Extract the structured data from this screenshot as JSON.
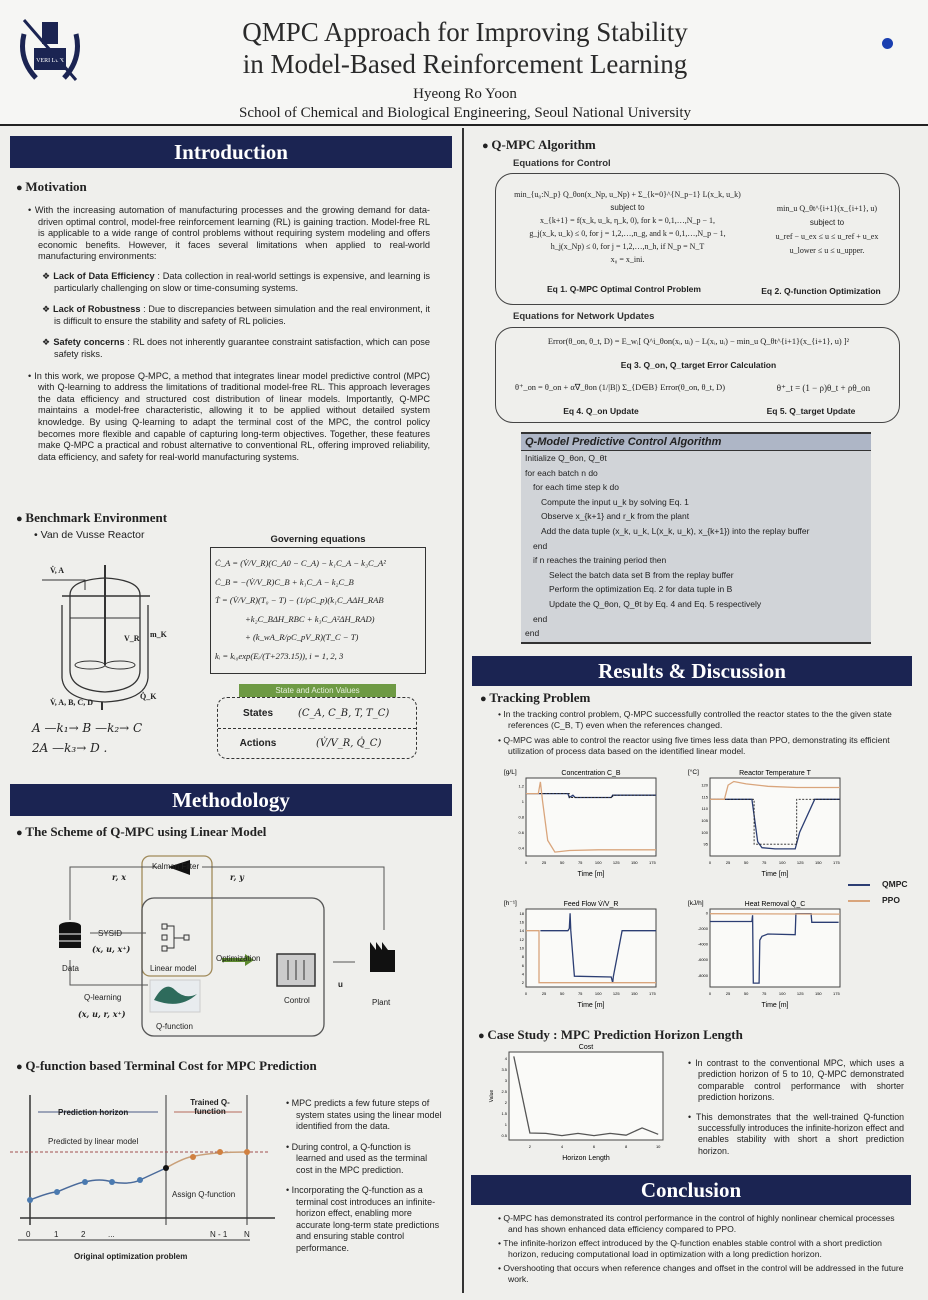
{
  "header": {
    "title_line1": "QMPC Approach for Improving Stability",
    "title_line2": "in Model-Based Reinforcement Learning",
    "author": "Hyeong Ro Yoon",
    "affiliation": "School of Chemical and Biological Engineering, Seoul National University",
    "logo_text": "VERI LUX TAS MEA"
  },
  "intro": {
    "banner": "Introduction",
    "motivation": {
      "heading": "Motivation",
      "p1": "With the increasing automation of manufacturing processes and the growing demand for data-driven optimal control, model-free reinforcement learning (RL) is gaining traction. Model-free RL is applicable to a wide range of control problems without requiring system modeling and offers economic benefits. However, it faces several limitations when applied to real-world manufacturing environments:",
      "items": [
        {
          "title": "Lack of Data Efficiency",
          "text": ": Data collection in real-world settings is expensive, and learning is particularly challenging on slow or time-consuming systems."
        },
        {
          "title": "Lack of Robustness",
          "text": ": Due to discrepancies between simulation and the real environment, it is difficult to ensure the stability and safety of RL policies."
        },
        {
          "title": "Safety concerns",
          "text": ": RL does not inherently guarantee constraint satisfaction, which can pose safety risks."
        }
      ],
      "p2": "In this work, we propose Q-MPC, a method that integrates linear model predictive control (MPC) with Q-learning to address the limitations of traditional model-free RL. This approach leverages the data efficiency and structured cost distribution of linear models. Importantly, Q-MPC maintains a model-free characteristic, allowing it to be applied without detailed system knowledge. By using Q-learning to adapt the terminal cost of the MPC, the control policy becomes more flexible and capable of capturing long-term objectives. Together, these features make Q-MPC a practical and robust alternative to conventional RL, offering improved reliability, data efficiency, and safety for real-world manufacturing systems."
    },
    "benchmark": {
      "heading": "Benchmark Environment",
      "item": "Van de Vusse Reactor",
      "gov_title": "Governing equations",
      "equations": [
        "Ċ_A = (V̇/V_R)(C_A0 − C_A) − k₁C_A − k₃C_A²",
        "Ċ_B = −(V̇/V_R)C_B + k₁C_A − k₂C_B",
        "Ṫ = (V̇/V_R)(T₀ − T) − (1/ρC_p)(k₁C_AΔH_RAB",
        "+k₂C_BΔH_RBC + k₃C_A²ΔH_RAD)",
        "+ (k_wA_R/ρC_pV_R)(T_C − T)",
        "kᵢ = kᵢ₀exp(Eᵢ/(T+273.15)), i = 1, 2, 3"
      ],
      "reactor_labels": {
        "inlet": "V̇, A",
        "outlet": "V̇, A, B, C, D",
        "volume": "V_R",
        "mass": "m_K",
        "heat": "Q̇_K"
      },
      "reactions": [
        "A —k₁→ B —k₂→ C",
        "2A —k₃→ D ."
      ],
      "sa_title": "State and Action Values",
      "states_label": "States",
      "states_value": "(C_A, C_B, T, T_C)",
      "actions_label": "Actions",
      "actions_value": "(V̇/V_R, Q̇_C)"
    }
  },
  "method": {
    "banner": "Methodology",
    "scheme_heading": "The Scheme of Q-MPC using Linear Model",
    "scheme": {
      "kalman": "Kalman Filter",
      "rx": "r, x",
      "ry": "r, y",
      "sysid": "SYSID",
      "sysid_tuple": "(x, u, x⁺)",
      "data": "Data",
      "linear": "Linear model",
      "optimization": "Optimization",
      "control": "Control",
      "u": "u",
      "plant": "Plant",
      "qlearning": "Q-learning",
      "q_tuple": "(x, u, r, x⁺)",
      "qfunction": "Q-function"
    },
    "terminal_heading": "Q-function based Terminal Cost for MPC Prediction",
    "terminal": {
      "pred_horizon": "Prediction horizon",
      "trained_q": "Trained Q-function",
      "predicted": "Predicted by linear model",
      "assign": "Assign Q-function",
      "ticks": [
        "0",
        "1",
        "2",
        "...",
        "N - 1",
        "N"
      ],
      "original": "Original optimization problem"
    },
    "bullets": [
      "MPC predicts a few future steps of system states using the linear model identified from the data.",
      "During control, a Q-function is learned and used as the terminal cost in the MPC prediction.",
      "Incorporating the Q-function as a terminal cost introduces an infinite-horizon effect, enabling more accurate long-term state predictions and ensuring stable control performance."
    ]
  },
  "algorithm": {
    "heading": "Q-MPC Algorithm",
    "control_title": "Equations for Control",
    "eq1": [
      "min_{u₀:N_p} Q_θon(x_Np, u_Np) + Σ_{k=0}^{N_p−1} L(x_k, u_k)",
      "subject to",
      "x_{k+1} = f(x_k, u_k, η_k, 0),  for k = 0,1,…,N_p − 1,",
      "g_j(x_k, u_k) ≤ 0,  for j = 1,2,…,n_g, and k = 0,1,…,N_p − 1,",
      "h_j(x_Np) ≤ 0,  for j = 1,2,…,n_h, if N_p = N_T",
      "x₀ = x_ini."
    ],
    "eq1_cap": "Eq 1. Q-MPC Optimal Control Problem",
    "eq2": [
      "min_u Q_θt^{i+1}(x_{i+1}, u)",
      "subject to",
      "u_ref − u_ex ≤ u ≤ u_ref + u_ex",
      "u_lower ≤ u ≤ u_upper."
    ],
    "eq2_cap": "Eq 2. Q-function Optimization",
    "network_title": "Equations for Network Updates",
    "eq3": "Error(θ_on, θ_t, D) = E_wᵢ[ Q^i_θon(xᵢ, uᵢ) − L(xᵢ, uᵢ) − min_u Q_θt^{i+1}(x_{i+1}, u) ]²",
    "eq3_cap": "Eq 3. Q_on, Q_target Error Calculation",
    "eq4": "θ⁺_on = θ_on + α∇_θon (1/|B|) Σ_{D∈B} Error(θ_on, θ_t, D)",
    "eq4_cap": "Eq 4. Q_on Update",
    "eq5": "θ⁺_t = (1 − ρ)θ_t + ρθ_on",
    "eq5_cap": "Eq 5. Q_target Update",
    "box_title": "Q-Model Predictive Control Algorithm",
    "lines": [
      {
        "t": "Initialize Q_θon, Q_θt",
        "i": 0
      },
      {
        "t": "for each batch n do",
        "i": 0
      },
      {
        "t": "for each time step k do",
        "i": 1
      },
      {
        "t": "Compute the input u_k by solving Eq. 1",
        "i": 2
      },
      {
        "t": "Observe x_{k+1} and r_k from the plant",
        "i": 2
      },
      {
        "t": "Add the data tuple (x_k, u_k, L(x_k, u_k), x_{k+1}) into the replay buffer",
        "i": 2
      },
      {
        "t": "end",
        "i": 1
      },
      {
        "t": "if n reaches the training period then",
        "i": 1
      },
      {
        "t": "Select the batch data set B from the replay buffer",
        "i": 3
      },
      {
        "t": "Perform the optimization Eq. 2 for data tuple in B",
        "i": 3
      },
      {
        "t": "Update the Q_θon, Q_θt by Eq. 4 and Eq. 5 respectively",
        "i": 3
      },
      {
        "t": "end",
        "i": 1
      },
      {
        "t": "end",
        "i": 0
      }
    ]
  },
  "results": {
    "banner": "Results & Discussion",
    "tracking_heading": "Tracking Problem",
    "tracking_bullets": [
      "In the tracking control problem, Q-MPC successfully controlled the reactor states to the the given state references (C_B, T) even when the references changed.",
      "Q-MPC was able to control the reactor using five times less data than PPO, demonstrating its efficient utilization of process data based on the identified linear model."
    ],
    "legend": [
      {
        "name": "QMPC",
        "color": "#2c3e73"
      },
      {
        "name": "PPO",
        "color": "#d9a57c"
      }
    ],
    "case_heading": "Case Study : MPC Prediction Horizon Length",
    "case_bullets": [
      "In contrast to the conventional MPC, which uses a prediction horizon of 5 to 10, Q-MPC demonstrated comparable control performance with shorter prediction horizons.",
      "This demonstrates that the well-trained Q-function successfully introduces the infinite-horizon effect and enables stability with short a short prediction horizon."
    ]
  },
  "conclusion": {
    "banner": "Conclusion",
    "bullets": [
      "Q-MPC has demonstrated its control performance in the control of highly nonlinear chemical processes and has shown enhanced data efficiency compared to PPO.",
      "The infinite-horizon effect introduced by the Q-function enables stable control with a short prediction horizon, reducing computational load in optimization with a long prediction horizon.",
      "Overshooting that occurs when reference changes and offset in the control will be addressed in the future work."
    ]
  },
  "chart_data": [
    {
      "type": "line",
      "title": "Concentration C_B",
      "unit": "[g/L]",
      "xlabel": "Time [m]",
      "xlim": [
        0,
        180
      ],
      "ylim": [
        0.3,
        1.3
      ],
      "xticks": [
        0,
        25,
        50,
        75,
        100,
        125,
        150,
        175
      ],
      "yticks": [
        0.4,
        0.6,
        0.8,
        1.0,
        1.2
      ],
      "series": [
        {
          "name": "QMPC",
          "color": "#2c3e73",
          "x": [
            0,
            58,
            60,
            65,
            68,
            70,
            118,
            120,
            122,
            180
          ],
          "y": [
            1.1,
            1.1,
            1.05,
            1.08,
            1.05,
            1.05,
            1.05,
            1.08,
            1.08,
            1.08
          ]
        },
        {
          "name": "Reference",
          "color": "#222",
          "dash": true,
          "x": [
            0,
            60,
            60,
            120,
            120,
            180
          ],
          "y": [
            1.1,
            1.1,
            1.05,
            1.05,
            1.08,
            1.08
          ]
        },
        {
          "name": "PPO",
          "color": "#d9a57c",
          "x": [
            0,
            17,
            20,
            23,
            30,
            40,
            60,
            100,
            180
          ],
          "y": [
            1.1,
            1.1,
            1.25,
            1.0,
            0.5,
            0.35,
            0.37,
            0.38,
            0.38
          ]
        }
      ]
    },
    {
      "type": "line",
      "title": "Reactor Temperature T",
      "unit": "[°C]",
      "xlabel": "Time [m]",
      "xlim": [
        0,
        180
      ],
      "ylim": [
        90,
        123
      ],
      "xticks": [
        0,
        25,
        50,
        75,
        100,
        125,
        150,
        175
      ],
      "yticks": [
        95,
        100,
        105,
        110,
        115,
        120
      ],
      "series": [
        {
          "name": "QMPC",
          "color": "#2c3e73",
          "x": [
            0,
            58,
            66,
            72,
            90,
            118,
            124,
            145,
            180
          ],
          "y": [
            114,
            114,
            96,
            93.5,
            93,
            93,
            100,
            114,
            114
          ]
        },
        {
          "name": "Reference",
          "color": "#222",
          "dash": true,
          "x": [
            0,
            61,
            61,
            120,
            120,
            180
          ],
          "y": [
            114,
            114,
            95,
            95,
            114,
            114
          ]
        },
        {
          "name": "PPO",
          "color": "#d9a57c",
          "x": [
            0,
            20,
            25,
            33,
            50,
            80,
            120,
            180
          ],
          "y": [
            114,
            114,
            120,
            121.5,
            120.5,
            119.5,
            119,
            119
          ]
        }
      ]
    },
    {
      "type": "line",
      "title": "Feed Flow V̇/V_R",
      "unit": "[h⁻¹]",
      "xlabel": "Time [m]",
      "xlim": [
        0,
        180
      ],
      "ylim": [
        1,
        19
      ],
      "xticks": [
        0,
        25,
        50,
        75,
        100,
        125,
        150,
        175
      ],
      "yticks": [
        2,
        4,
        6,
        8,
        10,
        12,
        14,
        16,
        18
      ],
      "series": [
        {
          "name": "QMPC",
          "color": "#2c3e73",
          "x": [
            20,
            58,
            60,
            61,
            62,
            67,
            118,
            120,
            121,
            133,
            180
          ],
          "y": [
            14,
            14,
            14.5,
            18,
            14,
            3.5,
            3.3,
            2,
            3.5,
            14,
            14
          ]
        },
        {
          "name": "PPO",
          "color": "#d9a57c",
          "x": [
            0,
            18,
            18,
            180
          ],
          "y": [
            14,
            14,
            2,
            2
          ]
        }
      ]
    },
    {
      "type": "line",
      "title": "Heat Removal Q̇_C",
      "unit": "[kJ/h]",
      "xlabel": "Time [m]",
      "xlim": [
        0,
        180
      ],
      "ylim": [
        -9500,
        500
      ],
      "xticks": [
        0,
        25,
        50,
        75,
        100,
        125,
        150,
        175
      ],
      "yticks": [
        0,
        -2000,
        -4000,
        -6000,
        -8000
      ],
      "series": [
        {
          "name": "QMPC",
          "color": "#2c3e73",
          "x": [
            0,
            58,
            59,
            60,
            68,
            69,
            72,
            80,
            118,
            119,
            120,
            140,
            141,
            178
          ],
          "y": [
            -1100,
            -1100,
            -300,
            -9000,
            -9000,
            -3500,
            -3000,
            -2700,
            -2800,
            -100,
            -100,
            -100,
            -1200,
            -1200
          ]
        },
        {
          "name": "PPO",
          "color": "#d9a57c",
          "x": [
            0,
            180
          ],
          "y": [
            -100,
            -150
          ]
        }
      ]
    },
    {
      "type": "line",
      "title": "Cost",
      "xlabel": "Horizon Length",
      "ylabel": "Value",
      "xlim": [
        0.7,
        10.3
      ],
      "ylim": [
        0.3,
        4.3
      ],
      "xticks": [
        2,
        4,
        6,
        8,
        10
      ],
      "yticks": [
        0.5,
        1.0,
        1.5,
        2.0,
        2.5,
        3.0,
        3.5,
        4.0
      ],
      "series": [
        {
          "name": "Cost",
          "color": "#555",
          "x": [
            1,
            2,
            3,
            4,
            5,
            6,
            7,
            8,
            9,
            10
          ],
          "y": [
            4.1,
            0.62,
            0.6,
            0.5,
            0.6,
            0.5,
            0.6,
            0.52,
            0.85,
            0.56
          ]
        }
      ]
    }
  ]
}
